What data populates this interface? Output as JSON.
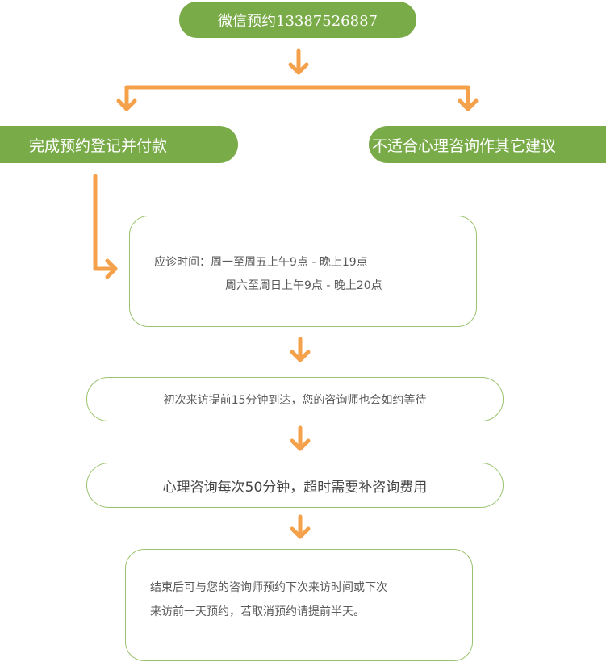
{
  "top_box": {
    "text": "微信预约13387526887"
  },
  "left_box": {
    "text": "完成预约登记并付款"
  },
  "right_box": {
    "text": "不适合心理咨询作其它建议"
  },
  "hours_box": {
    "line1": "应诊时间：周一至周五上午9点 - 晚上19点",
    "line2": "周六至周日上午9点 - 晚上20点"
  },
  "arrive_box": {
    "text": "初次来访提前15分钟到达，您的咨询师也会如约等待"
  },
  "duration_box": {
    "text": "心理咨询每次50分钟，超时需要补咨询费用"
  },
  "followup_box": {
    "line1": "结束后可与您的咨询师预约下次来访时间或下次",
    "line2": "来访前一天预约，若取消预约请提前半天。"
  },
  "colors": {
    "green": "#7aab49",
    "orange": "#f5a04a",
    "outline": "#9bc36f",
    "text": "#5a5a5a"
  }
}
